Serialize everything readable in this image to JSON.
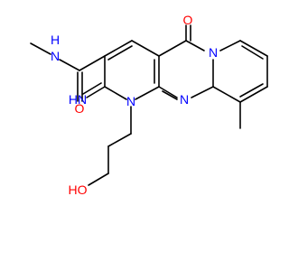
{
  "colors": {
    "bond": "#000000",
    "carbon": "#000000",
    "nitrogen": "#0000ff",
    "oxygen": "#ff0000"
  },
  "atom_labels": {
    "amide_nh": "H",
    "amide_n": "N",
    "amide_o": "O",
    "ketone_o": "O",
    "imine_nh": "HN",
    "ring_n1": "N",
    "ring_n_bridge": "N",
    "ring_n_pyrido": "N",
    "hydroxyl": "HO"
  }
}
